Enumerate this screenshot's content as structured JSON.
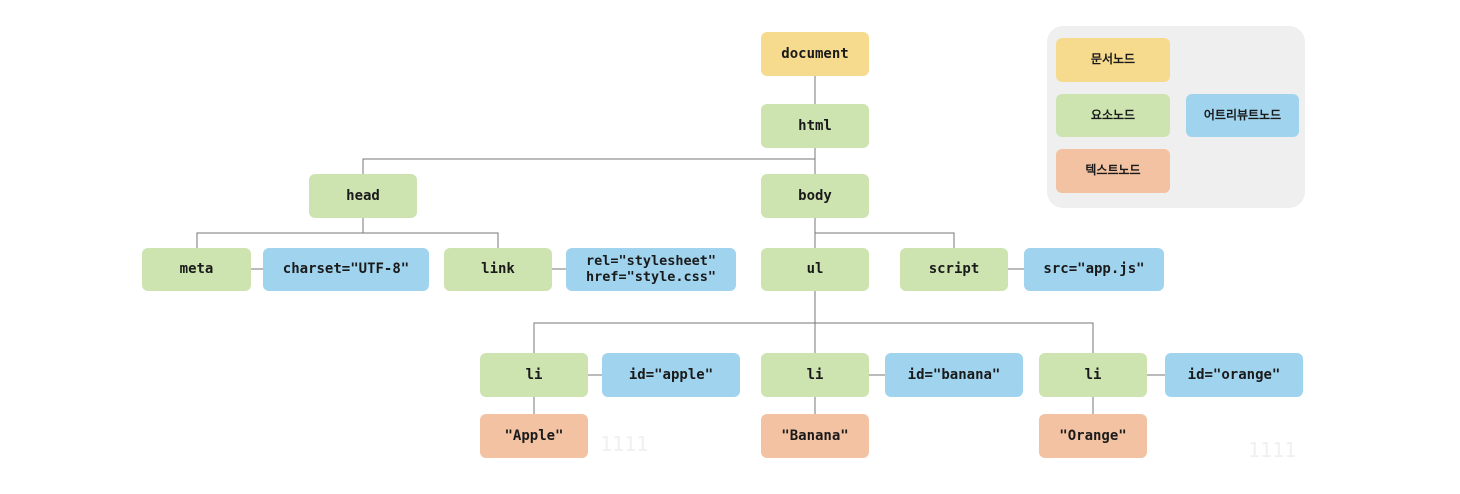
{
  "colors": {
    "document": "#f6da8e",
    "element": "#cde4b0",
    "attribute": "#a0d4ee",
    "text": "#f2c2a2",
    "line": "#777777",
    "legend_bg": "#efefef"
  },
  "tree": {
    "document": "document",
    "html": "html",
    "head": "head",
    "body": "body",
    "meta": "meta",
    "meta_charset": "charset=\"UTF-8\"",
    "link": "link",
    "link_attrs": "rel=\"stylesheet\"\nhref=\"style.css\"",
    "ul": "ul",
    "script": "script",
    "script_src": "src=\"app.js\"",
    "li_apple": "li",
    "li_apple_id": "id=\"apple\"",
    "text_apple": "\"Apple\"",
    "li_banana": "li",
    "li_banana_id": "id=\"banana\"",
    "text_banana": "\"Banana\"",
    "li_orange": "li",
    "li_orange_id": "id=\"orange\"",
    "text_orange": "\"Orange\""
  },
  "legend": {
    "document_node": "문서노드",
    "element_node": "요소노드",
    "attribute_node": "어트리뷰트노드",
    "text_node": "텍스트노드"
  },
  "marks": {
    "mark_1": "1111",
    "mark_2": "1111"
  }
}
